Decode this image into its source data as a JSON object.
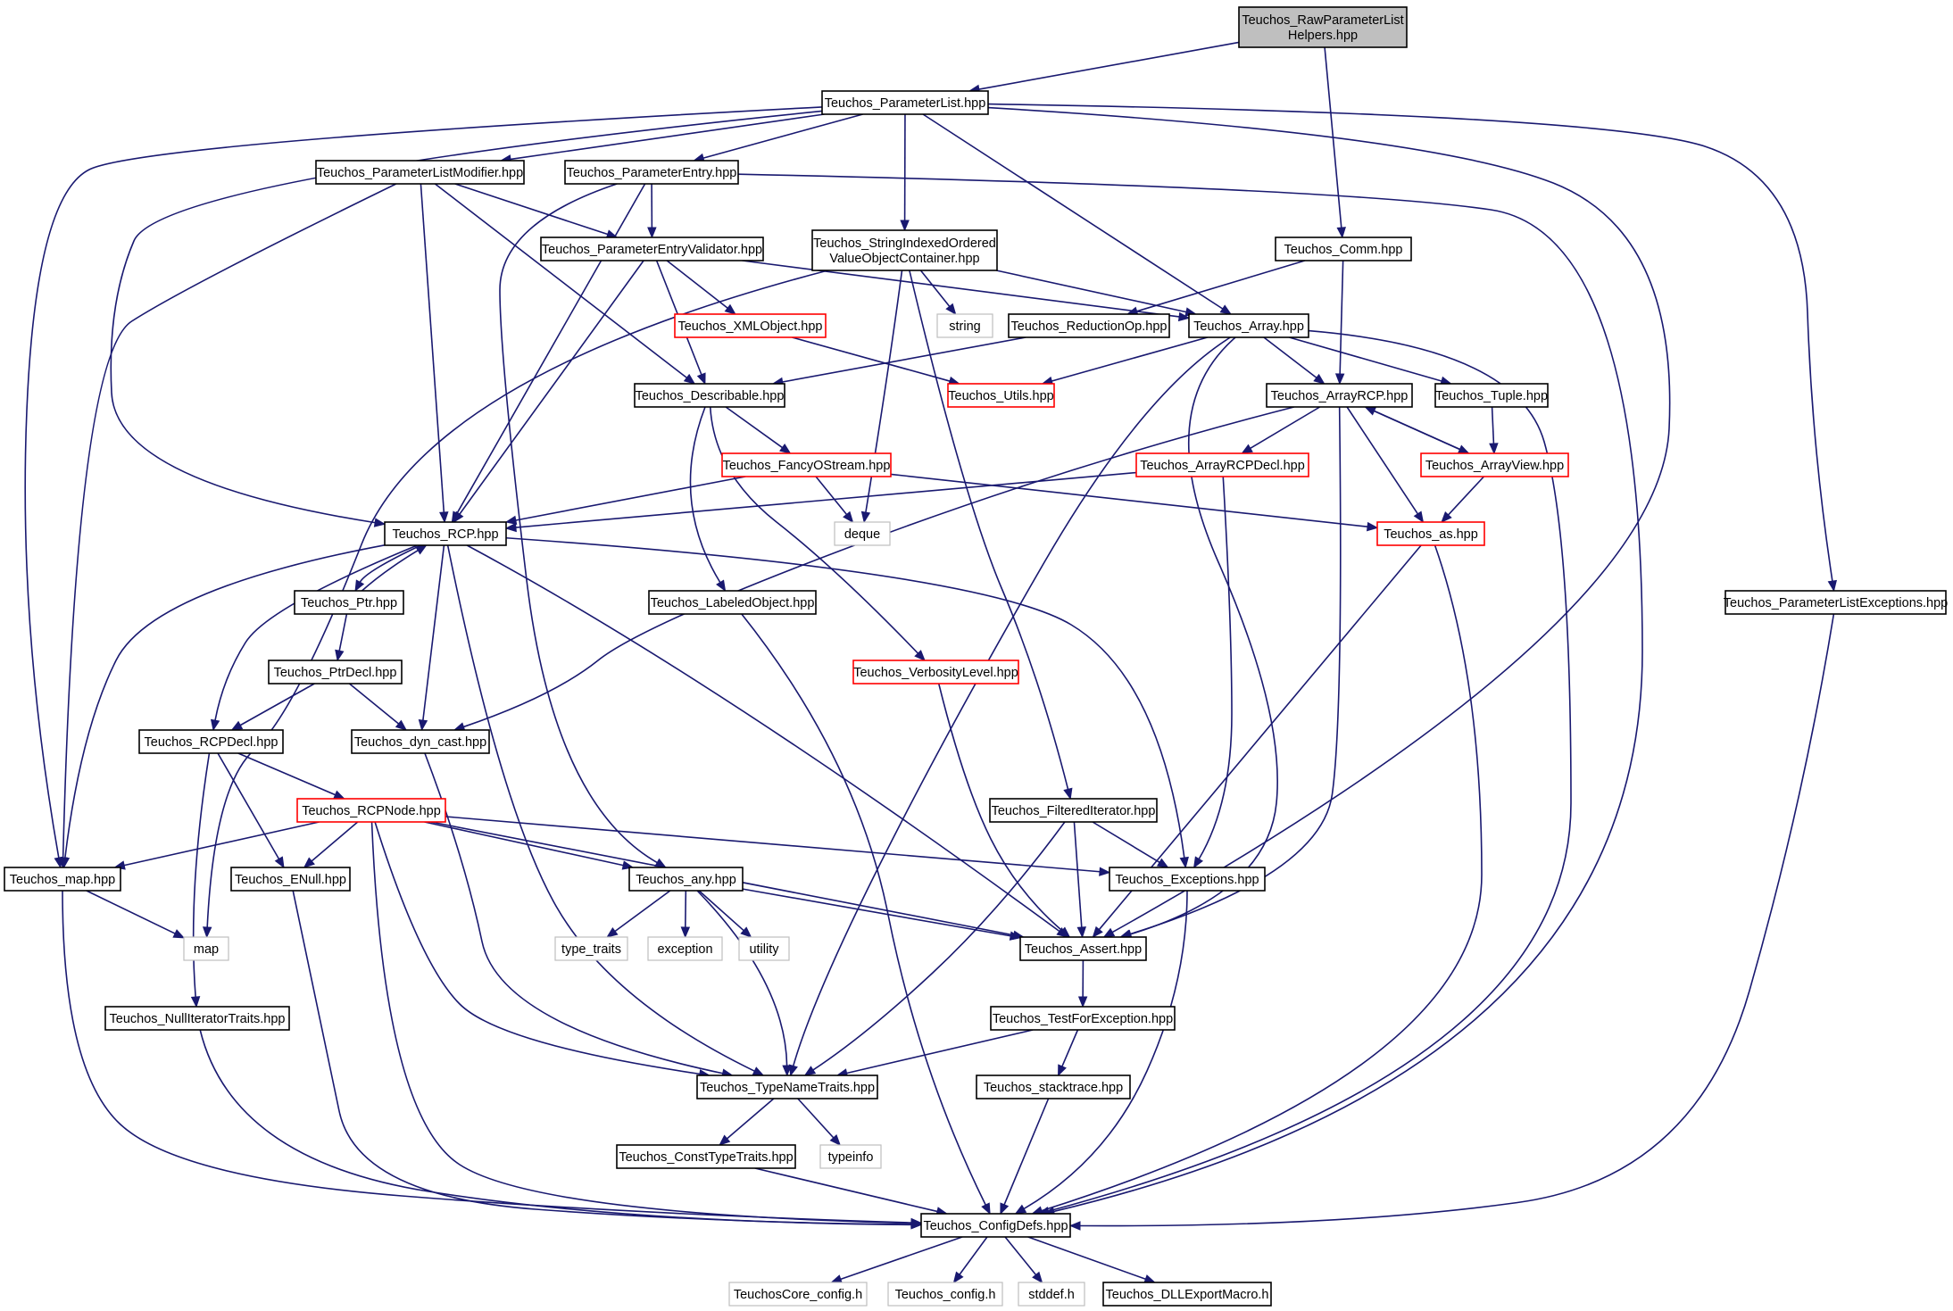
{
  "diagram": {
    "title": "",
    "colors": {
      "background": "#ffffff",
      "root_fill": "#bfbfbf",
      "normal_border": "#000000",
      "incomplete_border": "#ff0000",
      "system_border": "#bfbfbf",
      "edge": "#191970",
      "text": "#000000"
    },
    "nodes": [
      {
        "id": "rawhelpers",
        "lines": [
          "Teuchos_RawParameterList",
          "Helpers.hpp"
        ],
        "style": "root"
      },
      {
        "id": "parameterlist",
        "lines": [
          "Teuchos_ParameterList.hpp"
        ],
        "style": "normal"
      },
      {
        "id": "paramlistmodifier",
        "lines": [
          "Teuchos_ParameterListModifier.hpp"
        ],
        "style": "normal"
      },
      {
        "id": "parameterentry",
        "lines": [
          "Teuchos_ParameterEntry.hpp"
        ],
        "style": "normal"
      },
      {
        "id": "stringindexed",
        "lines": [
          "Teuchos_StringIndexedOrdered",
          "ValueObjectContainer.hpp"
        ],
        "style": "normal"
      },
      {
        "id": "comm",
        "lines": [
          "Teuchos_Comm.hpp"
        ],
        "style": "normal"
      },
      {
        "id": "paramentryvalidator",
        "lines": [
          "Teuchos_ParameterEntryValidator.hpp"
        ],
        "style": "normal"
      },
      {
        "id": "string",
        "lines": [
          "string"
        ],
        "style": "system"
      },
      {
        "id": "reductionop",
        "lines": [
          "Teuchos_ReductionOp.hpp"
        ],
        "style": "normal"
      },
      {
        "id": "array",
        "lines": [
          "Teuchos_Array.hpp"
        ],
        "style": "normal"
      },
      {
        "id": "xmlobject",
        "lines": [
          "Teuchos_XMLObject.hpp"
        ],
        "style": "incomplete"
      },
      {
        "id": "describable",
        "lines": [
          "Teuchos_Describable.hpp"
        ],
        "style": "normal"
      },
      {
        "id": "utils",
        "lines": [
          "Teuchos_Utils.hpp"
        ],
        "style": "incomplete"
      },
      {
        "id": "arrayrcp",
        "lines": [
          "Teuchos_ArrayRCP.hpp"
        ],
        "style": "normal"
      },
      {
        "id": "tuple",
        "lines": [
          "Teuchos_Tuple.hpp"
        ],
        "style": "normal"
      },
      {
        "id": "fancyostream",
        "lines": [
          "Teuchos_FancyOStream.hpp"
        ],
        "style": "incomplete"
      },
      {
        "id": "arrayrcpdecl",
        "lines": [
          "Teuchos_ArrayRCPDecl.hpp"
        ],
        "style": "incomplete"
      },
      {
        "id": "arrayview",
        "lines": [
          "Teuchos_ArrayView.hpp"
        ],
        "style": "incomplete"
      },
      {
        "id": "rcp",
        "lines": [
          "Teuchos_RCP.hpp"
        ],
        "style": "normal"
      },
      {
        "id": "deque",
        "lines": [
          "deque"
        ],
        "style": "system"
      },
      {
        "id": "as",
        "lines": [
          "Teuchos_as.hpp"
        ],
        "style": "incomplete"
      },
      {
        "id": "ptr",
        "lines": [
          "Teuchos_Ptr.hpp"
        ],
        "style": "normal"
      },
      {
        "id": "labeledobject",
        "lines": [
          "Teuchos_LabeledObject.hpp"
        ],
        "style": "normal"
      },
      {
        "id": "paramlistexceptions",
        "lines": [
          "Teuchos_ParameterListExceptions.hpp"
        ],
        "style": "normal"
      },
      {
        "id": "ptrdecl",
        "lines": [
          "Teuchos_PtrDecl.hpp"
        ],
        "style": "normal"
      },
      {
        "id": "verbositylevel",
        "lines": [
          "Teuchos_VerbosityLevel.hpp"
        ],
        "style": "incomplete"
      },
      {
        "id": "rcpdecl",
        "lines": [
          "Teuchos_RCPDecl.hpp"
        ],
        "style": "normal"
      },
      {
        "id": "dyncast",
        "lines": [
          "Teuchos_dyn_cast.hpp"
        ],
        "style": "normal"
      },
      {
        "id": "rcpnode",
        "lines": [
          "Teuchos_RCPNode.hpp"
        ],
        "style": "incomplete"
      },
      {
        "id": "filterediterator",
        "lines": [
          "Teuchos_FilteredIterator.hpp"
        ],
        "style": "normal"
      },
      {
        "id": "map_hpp",
        "lines": [
          "Teuchos_map.hpp"
        ],
        "style": "normal"
      },
      {
        "id": "enull",
        "lines": [
          "Teuchos_ENull.hpp"
        ],
        "style": "normal"
      },
      {
        "id": "any",
        "lines": [
          "Teuchos_any.hpp"
        ],
        "style": "normal"
      },
      {
        "id": "exceptions",
        "lines": [
          "Teuchos_Exceptions.hpp"
        ],
        "style": "normal"
      },
      {
        "id": "map",
        "lines": [
          "map"
        ],
        "style": "system"
      },
      {
        "id": "type_traits",
        "lines": [
          "type_traits"
        ],
        "style": "system"
      },
      {
        "id": "exception",
        "lines": [
          "exception"
        ],
        "style": "system"
      },
      {
        "id": "utility",
        "lines": [
          "utility"
        ],
        "style": "system"
      },
      {
        "id": "assert",
        "lines": [
          "Teuchos_Assert.hpp"
        ],
        "style": "normal"
      },
      {
        "id": "nulliteratortraits",
        "lines": [
          "Teuchos_NullIteratorTraits.hpp"
        ],
        "style": "normal"
      },
      {
        "id": "testforexception",
        "lines": [
          "Teuchos_TestForException.hpp"
        ],
        "style": "normal"
      },
      {
        "id": "typenametraits",
        "lines": [
          "Teuchos_TypeNameTraits.hpp"
        ],
        "style": "normal"
      },
      {
        "id": "stacktrace",
        "lines": [
          "Teuchos_stacktrace.hpp"
        ],
        "style": "normal"
      },
      {
        "id": "consttypetraits",
        "lines": [
          "Teuchos_ConstTypeTraits.hpp"
        ],
        "style": "normal"
      },
      {
        "id": "typeinfo",
        "lines": [
          "typeinfo"
        ],
        "style": "system"
      },
      {
        "id": "configdefs",
        "lines": [
          "Teuchos_ConfigDefs.hpp"
        ],
        "style": "normal"
      },
      {
        "id": "teuchoscore_config",
        "lines": [
          "TeuchosCore_config.h"
        ],
        "style": "system"
      },
      {
        "id": "teuchos_config",
        "lines": [
          "Teuchos_config.h"
        ],
        "style": "system"
      },
      {
        "id": "stddef",
        "lines": [
          "stddef.h"
        ],
        "style": "system"
      },
      {
        "id": "dllexportmacro",
        "lines": [
          "Teuchos_DLLExportMacro.h"
        ],
        "style": "normal"
      }
    ],
    "edges": [
      [
        "rawhelpers",
        "parameterlist"
      ],
      [
        "rawhelpers",
        "comm"
      ],
      [
        "parameterlist",
        "paramlistmodifier"
      ],
      [
        "parameterlist",
        "parameterentry"
      ],
      [
        "parameterlist",
        "stringindexed"
      ],
      [
        "parameterlist",
        "array"
      ],
      [
        "parameterlist",
        "rcp"
      ],
      [
        "parameterlist",
        "map_hpp"
      ],
      [
        "parameterlist",
        "assert"
      ],
      [
        "parameterlist",
        "paramlistexceptions"
      ],
      [
        "paramlistmodifier",
        "paramentryvalidator"
      ],
      [
        "paramlistmodifier",
        "describable"
      ],
      [
        "paramlistmodifier",
        "rcp"
      ],
      [
        "paramlistmodifier",
        "map_hpp"
      ],
      [
        "parameterentry",
        "paramentryvalidator"
      ],
      [
        "parameterentry",
        "rcp"
      ],
      [
        "parameterentry",
        "any"
      ],
      [
        "parameterentry",
        "configdefs"
      ],
      [
        "paramentryvalidator",
        "xmlobject"
      ],
      [
        "paramentryvalidator",
        "describable"
      ],
      [
        "paramentryvalidator",
        "array"
      ],
      [
        "paramentryvalidator",
        "rcp"
      ],
      [
        "stringindexed",
        "string"
      ],
      [
        "stringindexed",
        "array"
      ],
      [
        "stringindexed",
        "deque"
      ],
      [
        "stringindexed",
        "filterediterator"
      ],
      [
        "stringindexed",
        "map"
      ],
      [
        "comm",
        "reductionop"
      ],
      [
        "comm",
        "arrayrcp"
      ],
      [
        "reductionop",
        "describable"
      ],
      [
        "xmlobject",
        "utils"
      ],
      [
        "array",
        "utils"
      ],
      [
        "array",
        "arrayrcp"
      ],
      [
        "array",
        "tuple"
      ],
      [
        "array",
        "typenametraits"
      ],
      [
        "array",
        "assert"
      ],
      [
        "array",
        "configdefs"
      ],
      [
        "describable",
        "fancyostream"
      ],
      [
        "describable",
        "labeledobject"
      ],
      [
        "describable",
        "verbositylevel"
      ],
      [
        "fancyostream",
        "rcp"
      ],
      [
        "fancyostream",
        "deque"
      ],
      [
        "fancyostream",
        "as"
      ],
      [
        "arrayrcp",
        "arrayrcpdecl"
      ],
      [
        "arrayrcp",
        "arrayview"
      ],
      [
        "arrayrcp",
        "as"
      ],
      [
        "arrayrcp",
        "dyncast"
      ],
      [
        "arrayrcp",
        "assert"
      ],
      [
        "arrayrcpdecl",
        "rcp"
      ],
      [
        "arrayrcpdecl",
        "exceptions"
      ],
      [
        "tuple",
        "arrayview"
      ],
      [
        "arrayview",
        "arrayrcp"
      ],
      [
        "arrayview",
        "as"
      ],
      [
        "as",
        "assert"
      ],
      [
        "as",
        "configdefs"
      ],
      [
        "rcp",
        "ptr"
      ],
      [
        "rcp",
        "rcpdecl"
      ],
      [
        "rcp",
        "dyncast"
      ],
      [
        "rcp",
        "map_hpp"
      ],
      [
        "rcp",
        "exceptions"
      ],
      [
        "rcp",
        "assert"
      ],
      [
        "rcp",
        "typenametraits"
      ],
      [
        "ptr",
        "rcp"
      ],
      [
        "ptr",
        "ptrdecl"
      ],
      [
        "ptrdecl",
        "rcpdecl"
      ],
      [
        "ptrdecl",
        "dyncast"
      ],
      [
        "rcpdecl",
        "rcpnode"
      ],
      [
        "rcpdecl",
        "enull"
      ],
      [
        "rcpdecl",
        "nulliteratortraits"
      ],
      [
        "dyncast",
        "typenametraits"
      ],
      [
        "rcpnode",
        "map_hpp"
      ],
      [
        "rcpnode",
        "enull"
      ],
      [
        "rcpnode",
        "any"
      ],
      [
        "rcpnode",
        "exceptions"
      ],
      [
        "rcpnode",
        "assert"
      ],
      [
        "rcpnode",
        "typenametraits"
      ],
      [
        "rcpnode",
        "configdefs"
      ],
      [
        "labeledobject",
        "configdefs"
      ],
      [
        "verbositylevel",
        "assert"
      ],
      [
        "filterediterator",
        "exceptions"
      ],
      [
        "filterediterator",
        "assert"
      ],
      [
        "filterediterator",
        "typenametraits"
      ],
      [
        "map_hpp",
        "map"
      ],
      [
        "map_hpp",
        "configdefs"
      ],
      [
        "enull",
        "configdefs"
      ],
      [
        "any",
        "type_traits"
      ],
      [
        "any",
        "exception"
      ],
      [
        "any",
        "utility"
      ],
      [
        "any",
        "assert"
      ],
      [
        "any",
        "typenametraits"
      ],
      [
        "exceptions",
        "configdefs"
      ],
      [
        "assert",
        "testforexception"
      ],
      [
        "testforexception",
        "typenametraits"
      ],
      [
        "testforexception",
        "stacktrace"
      ],
      [
        "stacktrace",
        "configdefs"
      ],
      [
        "typenametraits",
        "consttypetraits"
      ],
      [
        "typenametraits",
        "typeinfo"
      ],
      [
        "consttypetraits",
        "configdefs"
      ],
      [
        "nulliteratortraits",
        "configdefs"
      ],
      [
        "paramlistexceptions",
        "configdefs"
      ],
      [
        "configdefs",
        "teuchoscore_config"
      ],
      [
        "configdefs",
        "teuchos_config"
      ],
      [
        "configdefs",
        "stddef"
      ],
      [
        "configdefs",
        "dllexportmacro"
      ]
    ]
  }
}
